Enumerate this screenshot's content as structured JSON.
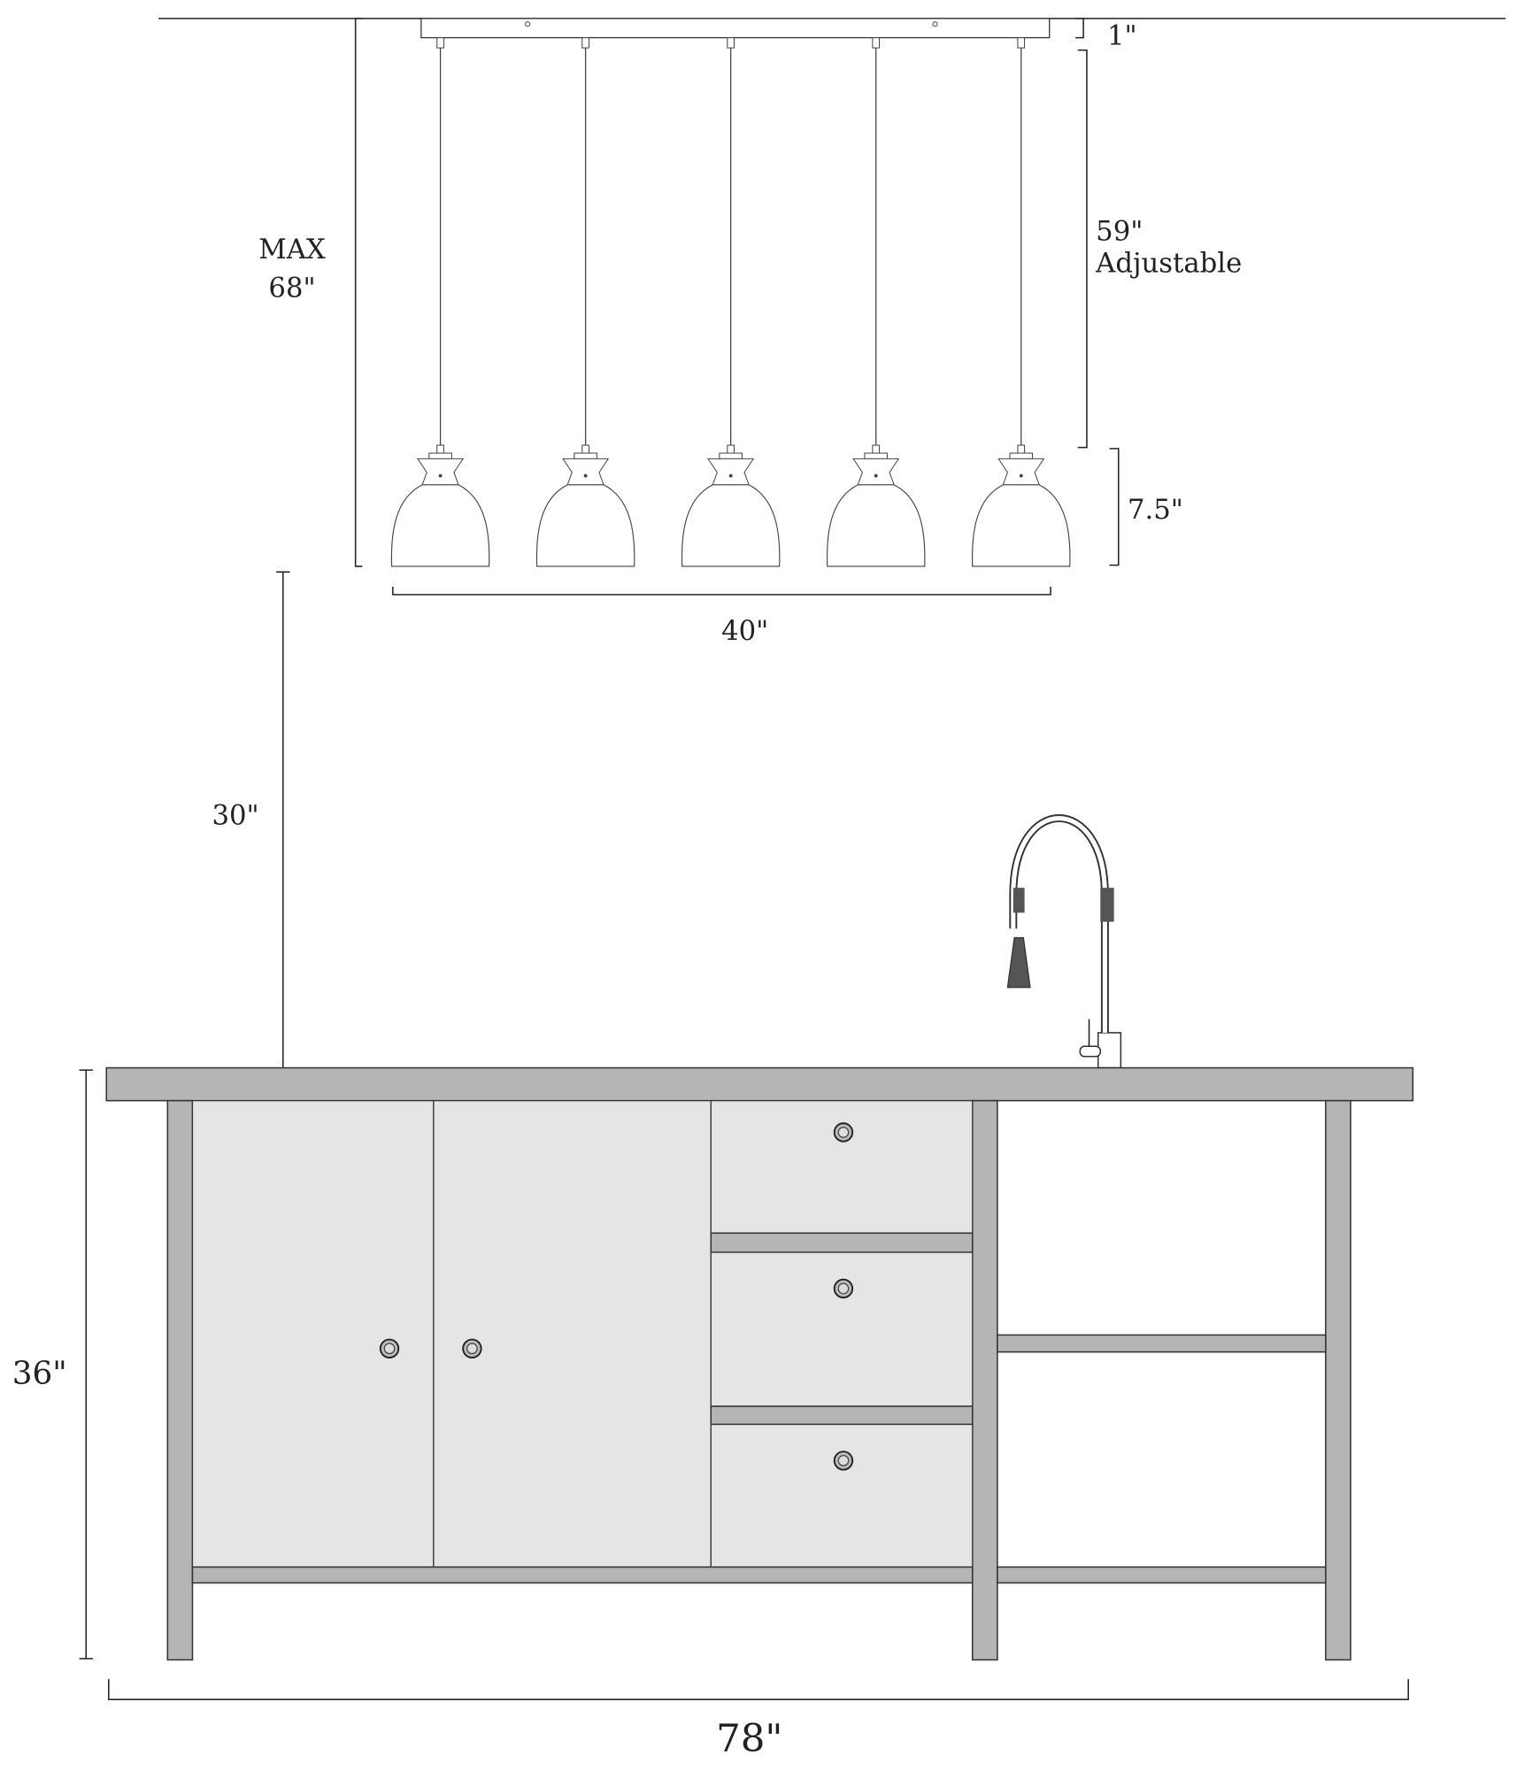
{
  "dimensions": {
    "canopy_height": "1\"",
    "max_height_label": "MAX",
    "max_height_value": "68\"",
    "adjustable_value": "59\"",
    "adjustable_label": "Adjustable",
    "shade_height": "7.5\"",
    "fixture_width": "40\"",
    "clearance": "30\"",
    "island_height": "36\"",
    "island_width": "78\""
  },
  "pendant_count": 5,
  "colors": {
    "frame": "#b5b5b5",
    "panel": "#e5e5e5",
    "line": "#222222"
  }
}
